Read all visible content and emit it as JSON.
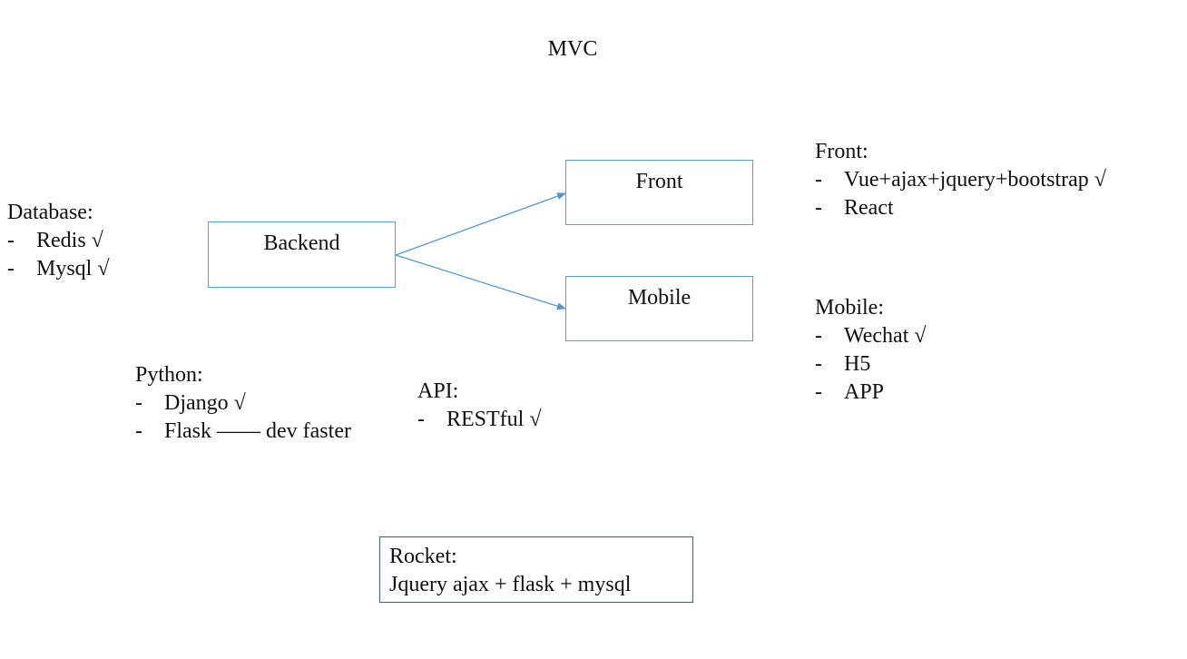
{
  "title": "MVC",
  "colors": {
    "node_border": "#5a9fd4",
    "connector": "#4f97cf",
    "rocket_border": "#3f5f7a"
  },
  "nodes": {
    "backend": "Backend",
    "front": "Front",
    "mobile": "Mobile"
  },
  "list_marker": "-",
  "database": {
    "heading": "Database:",
    "items": [
      "Redis √",
      "Mysql √"
    ]
  },
  "python": {
    "heading": "Python:",
    "items": [
      "Django √",
      "Flask —— dev faster"
    ]
  },
  "api": {
    "heading": "API:",
    "items": [
      "RESTful √"
    ]
  },
  "front": {
    "heading": "Front:",
    "items": [
      "Vue+ajax+jquery+bootstrap √",
      "React"
    ]
  },
  "mobile": {
    "heading": "Mobile:",
    "items": [
      "Wechat √",
      "H5",
      "APP"
    ]
  },
  "rocket": {
    "heading": "Rocket:",
    "line": "Jquery ajax + flask + mysql"
  }
}
